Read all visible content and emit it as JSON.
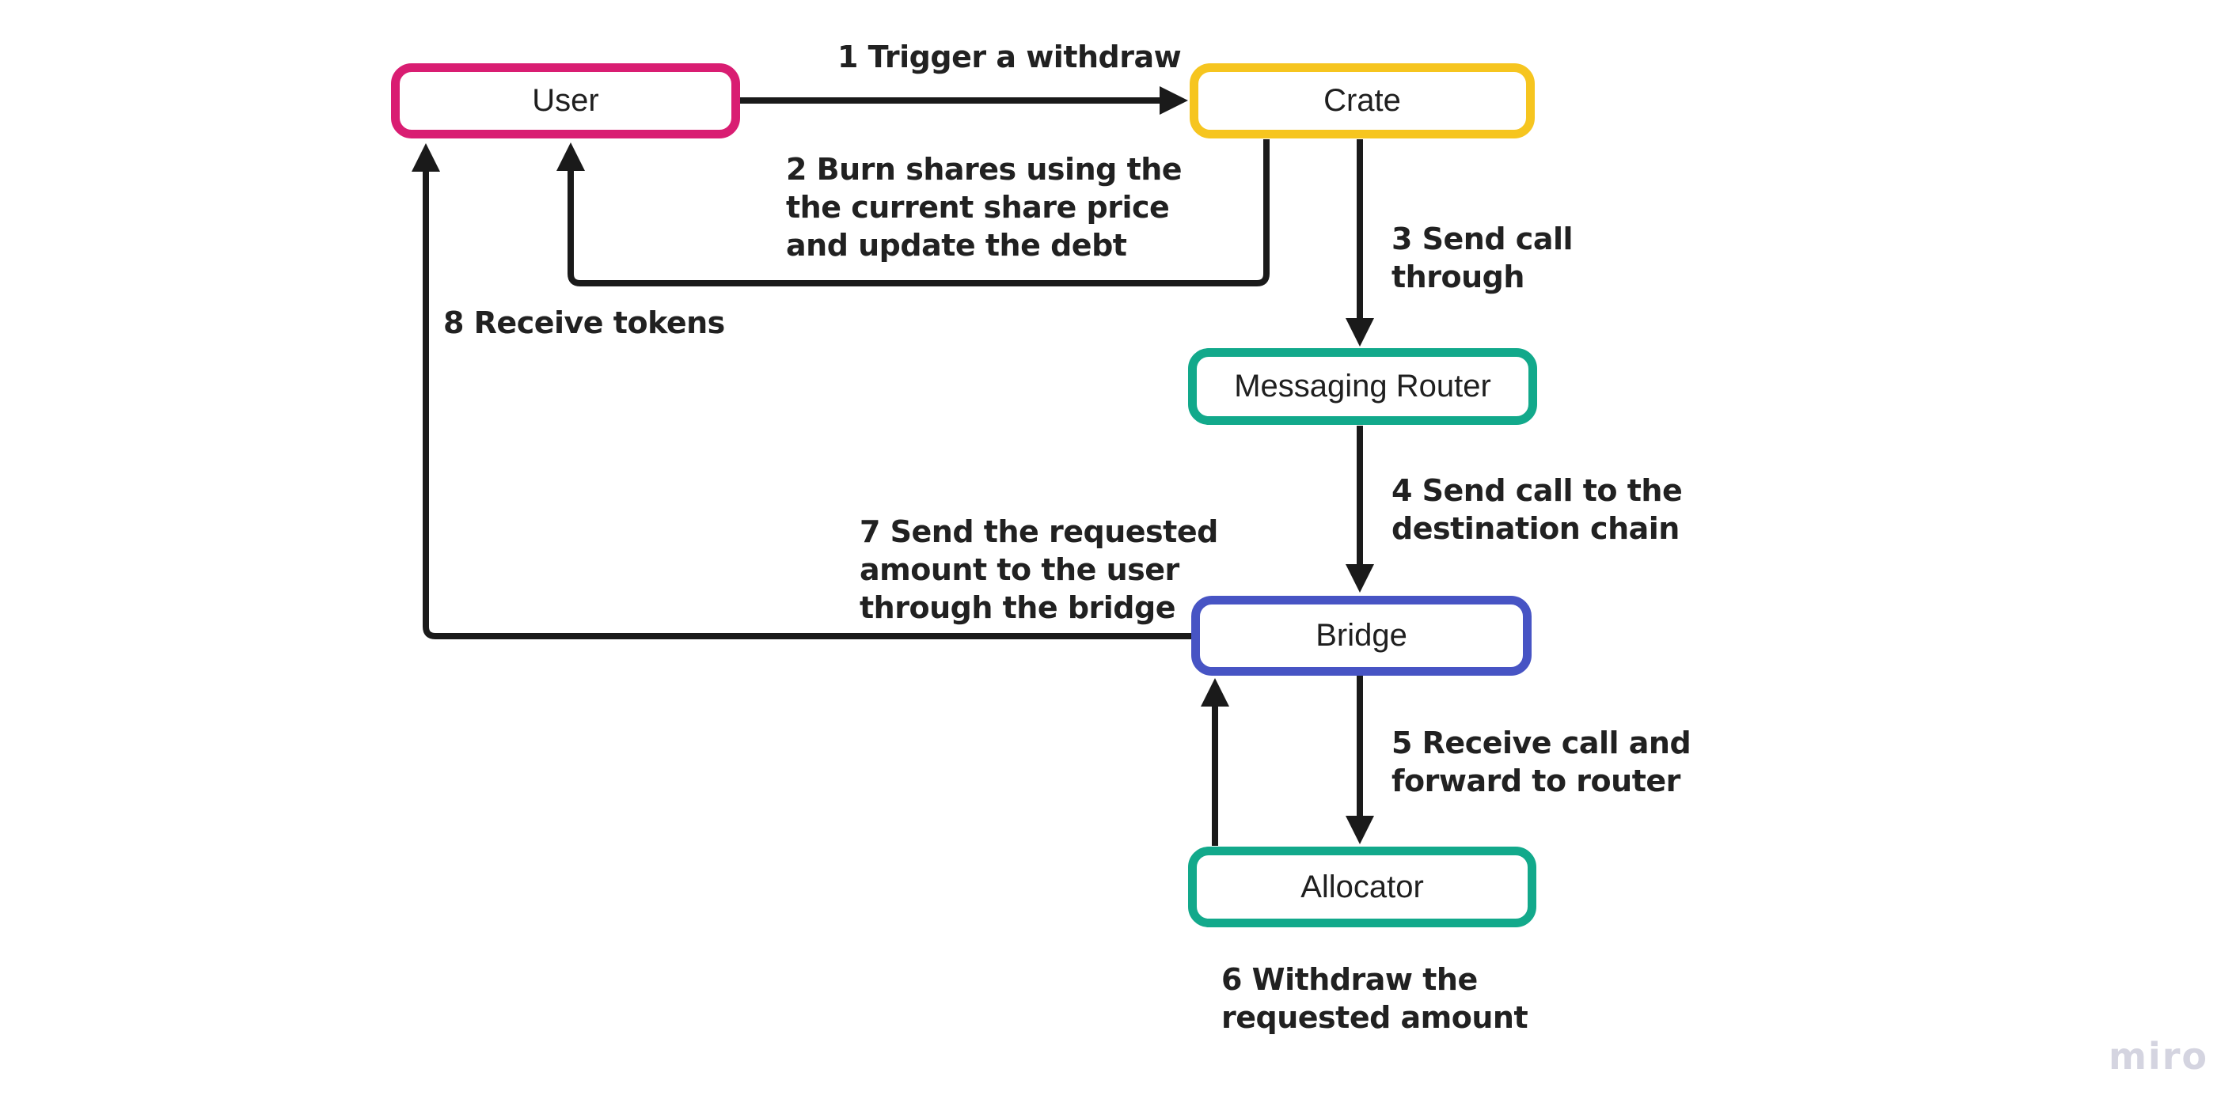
{
  "canvas": {
    "background": "#ffffff"
  },
  "nodes": {
    "user": {
      "label": "User",
      "border_color": "#d91d72"
    },
    "crate": {
      "label": "Crate",
      "border_color": "#f6c51f"
    },
    "messaging_router": {
      "label": "Messaging Router",
      "border_color": "#12a98b"
    },
    "bridge": {
      "label": "Bridge",
      "border_color": "#4754c4"
    },
    "allocator": {
      "label": "Allocator",
      "border_color": "#12a98b"
    }
  },
  "edges": {
    "step1": {
      "from": "User",
      "to": "Crate",
      "label_lines": [
        "1 Trigger a withdraw"
      ]
    },
    "step2": {
      "from": "Crate",
      "to": "User",
      "label_lines": [
        "2 Burn shares using the",
        "the current share price",
        "and update the debt"
      ]
    },
    "step3": {
      "from": "Crate",
      "to": "Messaging Router",
      "label_lines": [
        "3 Send call",
        "through"
      ]
    },
    "step4": {
      "from": "Messaging Router",
      "to": "Bridge",
      "label_lines": [
        "4 Send call to the",
        "destination chain"
      ]
    },
    "step5": {
      "from": "Bridge",
      "to": "Allocator",
      "label_lines": [
        "5 Receive call and",
        "forward to router"
      ]
    },
    "step6": {
      "from": "Allocator",
      "to": "Bridge",
      "label_lines": [
        "6 Withdraw the",
        "requested amount"
      ]
    },
    "step7": {
      "from": "Bridge",
      "to": "User",
      "label_lines": [
        "7 Send the requested",
        "amount to the user",
        "through the bridge"
      ]
    },
    "step8": {
      "from": "Bridge",
      "to": "User",
      "label_lines": [
        "8 Receive tokens"
      ]
    }
  },
  "watermark": {
    "label": "miro",
    "color": "#d4d4e0"
  },
  "styles": {
    "arrow_color": "#1a1a1a",
    "label_text_color": "#212121"
  }
}
